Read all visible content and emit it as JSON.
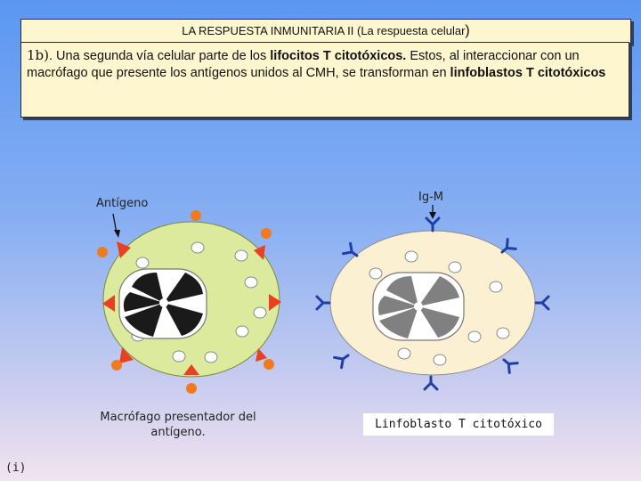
{
  "header": {
    "title": "LA RESPUESTA INMUNITARIA II (La respuesta celular",
    "title_close": ")"
  },
  "text_box": {
    "lead": "1b)",
    "part1": ". Una segunda vía celular parte de los ",
    "bold1": "lifocitos T citotóxicos.",
    "part2": " Estos, al interaccionar con un macrófago que presente los antígenos unidos al CMH, se transforman en ",
    "bold2": "linfoblastos T citotóxicos"
  },
  "labels": {
    "antigen": "Antígeno",
    "igm": "Ig-M",
    "macrofago": "Macrófago presentador del antígeno.",
    "linfoblasto": "Linfoblasto T citotóxico",
    "slide_id": "(i)"
  },
  "colors": {
    "macrophage_fill": "#dbea9c",
    "lymphoblast_fill": "#fbf0d2",
    "antigen_red": "#e84020",
    "antigen_orange": "#f07a1e",
    "receptor_blue": "#1f3fa6",
    "nucleus_dark": "#1a1a1a",
    "nucleus_gray": "#808080"
  }
}
